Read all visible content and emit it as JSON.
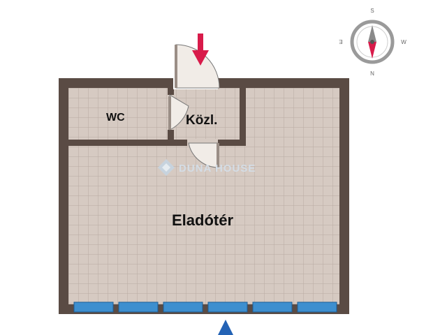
{
  "rooms": {
    "wc": "WC",
    "kozl": "Közl.",
    "eladoter": "Eladótér"
  },
  "compass": {
    "north": "N",
    "south": "S",
    "east": "E",
    "west": "W"
  },
  "watermark": "DUNA HOUSE",
  "colors": {
    "wall": "#5a4b44",
    "floor": "#d6cac2",
    "grid": "#b8aba2",
    "window": "#3d8fcf",
    "entrance_arrow": "#d81b4a",
    "view_arrow": "#2463b5"
  },
  "icons": {
    "entrance": "entrance-arrow-icon",
    "view": "view-direction-arrow-icon",
    "compass": "compass-icon",
    "watermark_logo": "duna-house-logo-icon"
  }
}
